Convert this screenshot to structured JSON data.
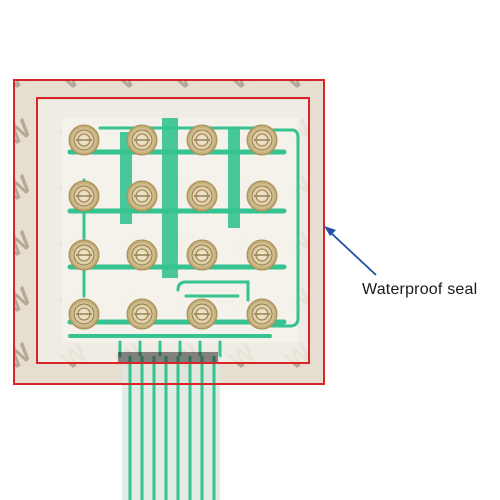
{
  "annotation": {
    "label": "Waterproof seal"
  },
  "colors": {
    "frame_outline": "#d7252a",
    "arrow": "#1f4fa6",
    "circuit_trace": "#35c391",
    "dome_contact": "#c9b27c",
    "adhesive_film": "#e8e0d2",
    "backing_print": "#b9ab9a"
  },
  "icons": {
    "arrow": "arrow-pointer-icon"
  },
  "keypad": {
    "rows": 4,
    "columns": 4
  }
}
